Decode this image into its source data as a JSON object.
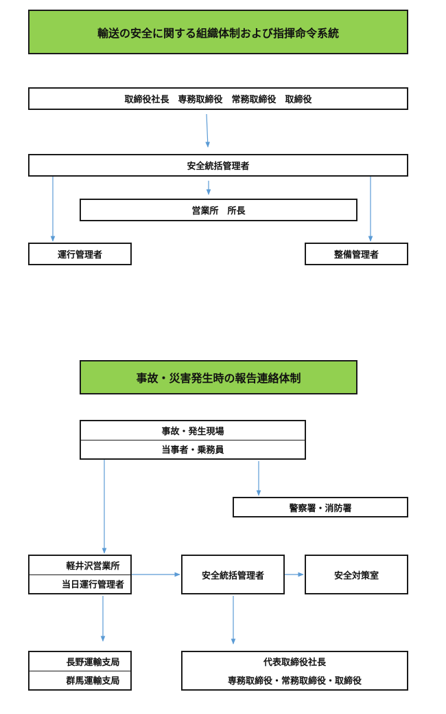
{
  "colors": {
    "title_fill": "#92d050",
    "arrow": "#5b9bd5",
    "border": "#1a1a1a"
  },
  "org": {
    "title": "輸送の安全に関する組織体制および指揮命令系統",
    "executives": "取締役社長　専務取締役　常務取締役　取締役",
    "safety_manager": "安全統括管理者",
    "branch_manager": "営業所　所長",
    "operations_manager": "運行管理者",
    "maintenance_manager": "整備管理者"
  },
  "report": {
    "title": "事故・災害発生時の報告連絡体制",
    "site_line1": "事故・発生現場",
    "site_line2": "当事者・乗務員",
    "police_fire": "警察署・消防署",
    "branch_line1": "軽井沢営業所",
    "branch_line2": "当日運行管理者",
    "safety_manager": "安全統括管理者",
    "safety_office": "安全対策室",
    "transport_line1": "長野運輸支局",
    "transport_line2": "群馬運輸支局",
    "president_line1": "代表取締役社長",
    "president_line2": "専務取締役・常務取締役・取締役"
  }
}
